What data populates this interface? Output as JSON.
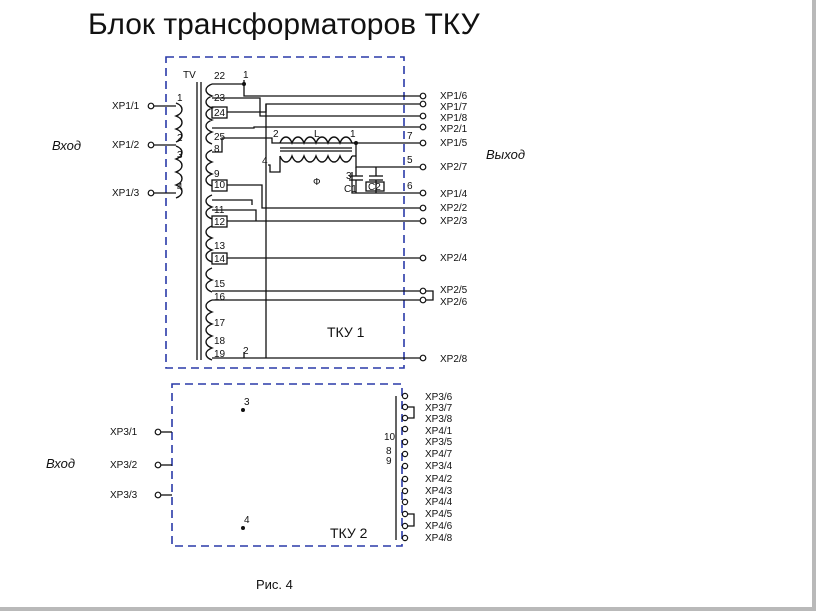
{
  "title": "Блок трансформаторов  ТКУ",
  "caption": "Рис. 4",
  "block1": {
    "name": "ТКУ 1",
    "tv_label": "TV",
    "input_label": "Вход",
    "output_label": "Выход",
    "inputs": [
      "XP1/1",
      "XP1/2",
      "XP1/3"
    ],
    "input_pins": [
      "1",
      "2",
      "3",
      "4"
    ],
    "winding_pins": [
      "22",
      "23",
      "24",
      "25",
      "8",
      "9",
      "10",
      "11",
      "12",
      "13",
      "14",
      "15",
      "16",
      "17",
      "18",
      "19"
    ],
    "outputs": [
      "XP1/6",
      "XP1/7",
      "XP1/8",
      "XP2/1",
      "XP1/5",
      "XP2/7",
      "XP1/4",
      "XP2/2",
      "XP2/3",
      "XP2/4",
      "XP2/5",
      "XP2/6",
      "XP2/8"
    ],
    "inner_pins": [
      "1",
      "2",
      "7",
      "5",
      "6",
      "1",
      "2",
      "4",
      "3"
    ],
    "components": {
      "inductor": "L",
      "phase": "Ф",
      "c1": "C1",
      "c2": "C2"
    }
  },
  "block2": {
    "name": "ТКУ 2",
    "input_label": "Вход",
    "inputs": [
      "XP3/1",
      "XP3/2",
      "XP3/3"
    ],
    "markers": [
      "3",
      "4"
    ],
    "outputs": [
      "XP3/6",
      "XP3/7",
      "XP3/8",
      "XP4/1",
      "XP3/5",
      "XP4/7",
      "XP3/4",
      "XP4/2",
      "XP4/3",
      "XP4/4",
      "XP4/5",
      "XP4/6",
      "XP4/8"
    ],
    "side_pins": [
      "10",
      "8",
      "9"
    ]
  }
}
